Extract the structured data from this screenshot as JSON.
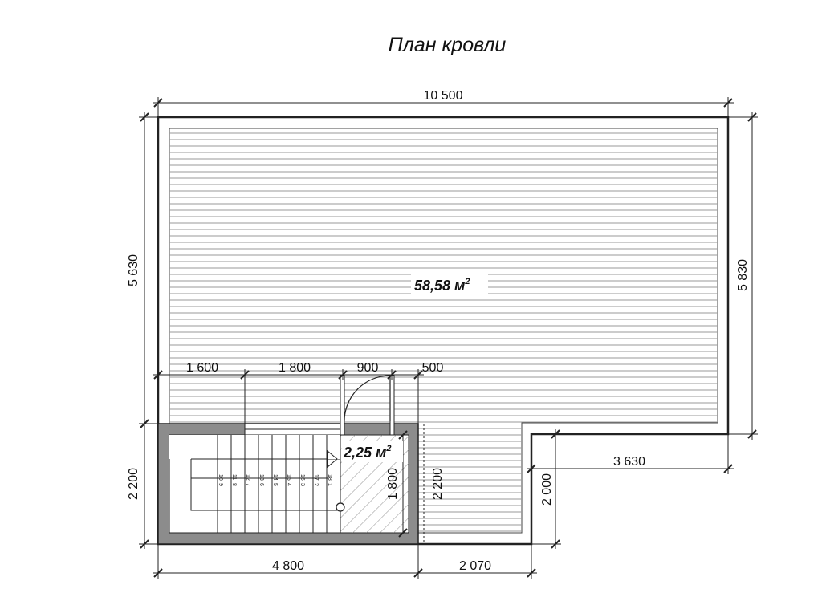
{
  "title": "План кровли",
  "areas": {
    "main": "58,58 м",
    "main_sup": "2",
    "stair": "2,25 м",
    "stair_sup": "2"
  },
  "dimensions": {
    "top_total": "10 500",
    "left_upper": "5 630",
    "left_lower": "2 200",
    "right_total": "5 830",
    "bottom_left": "4 800",
    "bottom_mid": "2 070",
    "right_step": "3 630",
    "step_height": "2 000",
    "mid_2200": "2 200",
    "stair_1800": "1 800",
    "seg_1600": "1 600",
    "seg_1800": "1 800",
    "seg_900": "900",
    "seg_500": "500"
  },
  "stairs": {
    "upper_row": [
      "10",
      "11",
      "12",
      "13",
      "14",
      "15",
      "16",
      "17",
      "18"
    ],
    "lower_row": [
      "9",
      "8",
      "7",
      "6",
      "5",
      "4",
      "3",
      "2",
      "1"
    ]
  }
}
